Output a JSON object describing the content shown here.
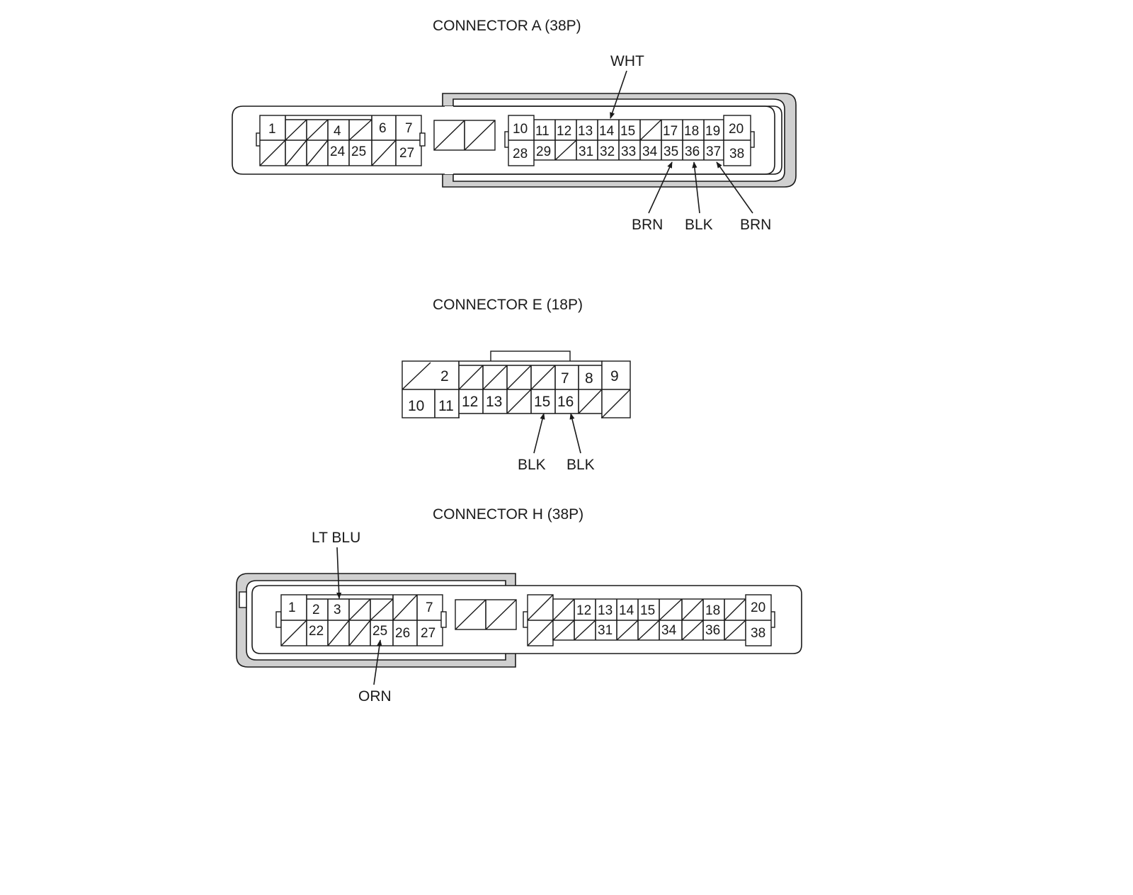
{
  "connectors": {
    "a": {
      "title": "CONNECTOR A (38P)",
      "pins": [
        "1",
        "4",
        "6",
        "7",
        "24",
        "25",
        "27",
        "10",
        "11",
        "12",
        "13",
        "14",
        "15",
        "17",
        "18",
        "19",
        "20",
        "28",
        "29",
        "31",
        "32",
        "33",
        "34",
        "35",
        "36",
        "37",
        "38"
      ],
      "wires": [
        {
          "pin": "14",
          "color": "WHT"
        },
        {
          "pin": "35",
          "color": "BRN"
        },
        {
          "pin": "36",
          "color": "BLK"
        },
        {
          "pin": "37",
          "color": "BRN"
        }
      ]
    },
    "e": {
      "title": "CONNECTOR E (18P)",
      "pins": [
        "2",
        "7",
        "8",
        "9",
        "10",
        "11",
        "12",
        "13",
        "15",
        "16"
      ],
      "wires": [
        {
          "pin": "15",
          "color": "BLK"
        },
        {
          "pin": "16",
          "color": "BLK"
        }
      ]
    },
    "h": {
      "title": "CONNECTOR H (38P)",
      "pins": [
        "1",
        "2",
        "3",
        "7",
        "22",
        "25",
        "26",
        "27",
        "12",
        "13",
        "14",
        "15",
        "18",
        "20",
        "31",
        "34",
        "36",
        "38"
      ],
      "wires": [
        {
          "pin": "3",
          "color": "LT BLU"
        },
        {
          "pin": "25",
          "color": "ORN"
        }
      ]
    }
  }
}
